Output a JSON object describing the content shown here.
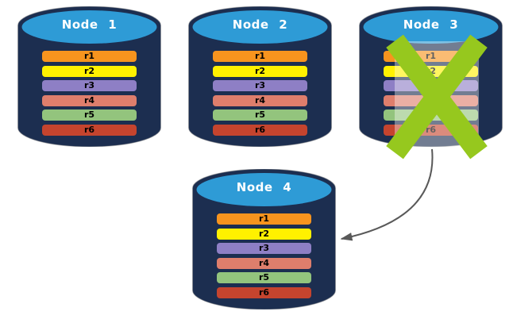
{
  "diagram": {
    "description": "Database replication failover diagram",
    "nodes": [
      {
        "id": "node-1",
        "label": "Node 1",
        "failed": false
      },
      {
        "id": "node-2",
        "label": "Node 2",
        "failed": false
      },
      {
        "id": "node-3",
        "label": "Node 3",
        "failed": true
      },
      {
        "id": "node-4",
        "label": "Node 4",
        "failed": false
      }
    ],
    "replica_rows": [
      {
        "label": "r1",
        "color": "#F7941E"
      },
      {
        "label": "r2",
        "color": "#FFF100"
      },
      {
        "label": "r3",
        "color": "#8E7FC5"
      },
      {
        "label": "r4",
        "color": "#DE7E6C"
      },
      {
        "label": "r5",
        "color": "#93C47D"
      },
      {
        "label": "r6",
        "color": "#C5442E"
      }
    ],
    "failure": {
      "node": "Node 3",
      "x_color": "#96C81E"
    },
    "arrow": {
      "from": "Node 3",
      "to": "Node 4",
      "color": "#595959"
    },
    "colors": {
      "cylinder_body": "#1C2E50",
      "cylinder_outline": "#8C8C8C",
      "cap_blue": "#2E9BD6",
      "node_label_text": "#FFFFFF",
      "row_label_text": "#000000",
      "background": "#FFFFFF"
    }
  }
}
